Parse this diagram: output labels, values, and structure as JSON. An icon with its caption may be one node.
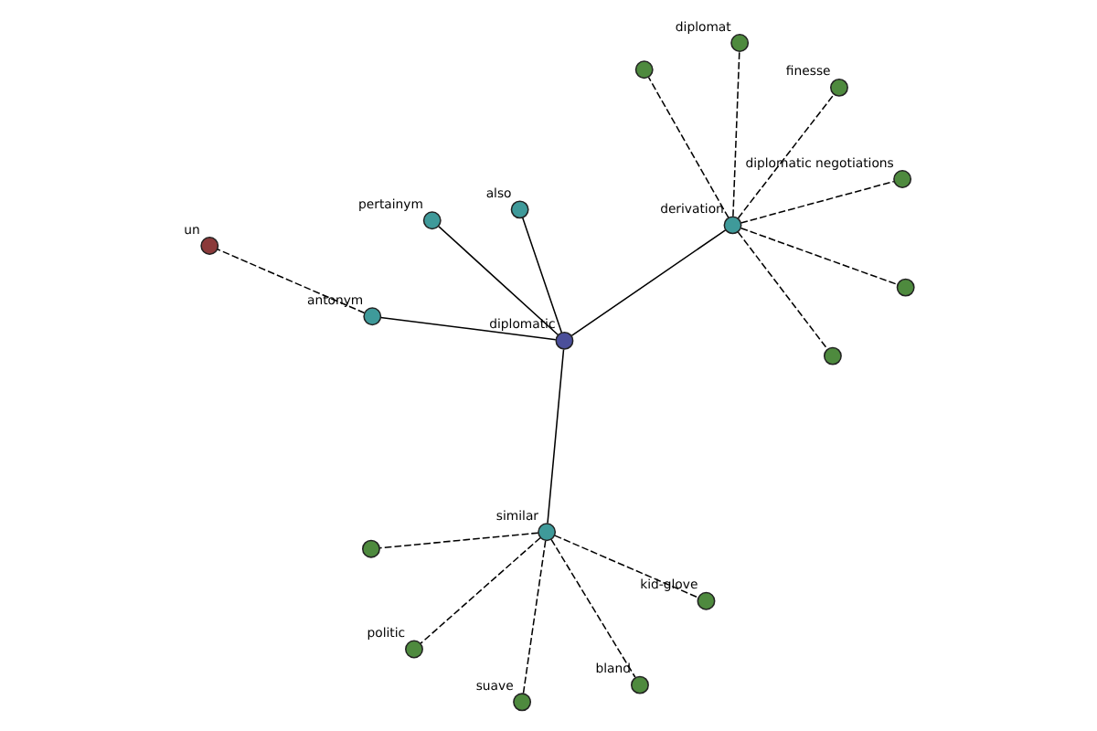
{
  "diagram": {
    "nodes": [
      {
        "text": [
          "diplomatic"
        ]
      },
      {
        "text": [
          "similar"
        ]
      },
      {
        "text": [
          "derivation"
        ]
      },
      {
        "text": [
          "pertainym"
        ]
      },
      {
        "text": [
          "also"
        ]
      },
      {
        "text": [
          "antonym"
        ]
      },
      {
        "text": [
          "un"
        ]
      },
      {
        "text": [
          "kid-glove"
        ]
      },
      {
        "text": [
          "politic"
        ]
      },
      {
        "text": [
          "bland"
        ]
      },
      {
        "text": [
          "suave"
        ]
      },
      {
        "text": [],
        "shape": "circle"
      },
      {
        "text": [
          "diplomatic negotiations"
        ]
      },
      {
        "text": [
          "finesse"
        ]
      },
      {
        "text": [
          "diplomat"
        ]
      },
      {
        "text": [],
        "shape": "circle"
      },
      {
        "text": [],
        "shape": "circle"
      },
      {
        "text": [],
        "shape": "circle"
      }
    ],
    "edges": [
      {
        "from": 0,
        "to": 1,
        "arrow": "none"
      },
      {
        "from": 0,
        "to": 2,
        "arrow": "none"
      },
      {
        "from": 0,
        "to": 3,
        "arrow": "none"
      },
      {
        "from": 0,
        "to": 4,
        "arrow": "none"
      },
      {
        "from": 0,
        "to": 5,
        "arrow": "none"
      },
      {
        "from": 5,
        "to": 6,
        "arrow": "none",
        "style": "dashed"
      },
      {
        "from": 1,
        "to": 7,
        "arrow": "none",
        "style": "dashed"
      },
      {
        "from": 1,
        "to": 8,
        "arrow": "none",
        "style": "dashed"
      },
      {
        "from": 1,
        "to": 9,
        "arrow": "none",
        "style": "dashed"
      },
      {
        "from": 1,
        "to": 10,
        "arrow": "none",
        "style": "dashed"
      },
      {
        "from": 1,
        "to": 11,
        "arrow": "none",
        "style": "dashed"
      },
      {
        "from": 2,
        "to": 12,
        "arrow": "none",
        "style": "dashed"
      },
      {
        "from": 2,
        "to": 13,
        "arrow": "none",
        "style": "dashed"
      },
      {
        "from": 2,
        "to": 14,
        "arrow": "none",
        "style": "dashed"
      },
      {
        "from": 2,
        "to": 15,
        "arrow": "none",
        "style": "dashed"
      },
      {
        "from": 2,
        "to": 16,
        "arrow": "none",
        "style": "dashed"
      },
      {
        "from": 2,
        "to": 17,
        "arrow": "none",
        "style": "dashed"
      }
    ]
  }
}
